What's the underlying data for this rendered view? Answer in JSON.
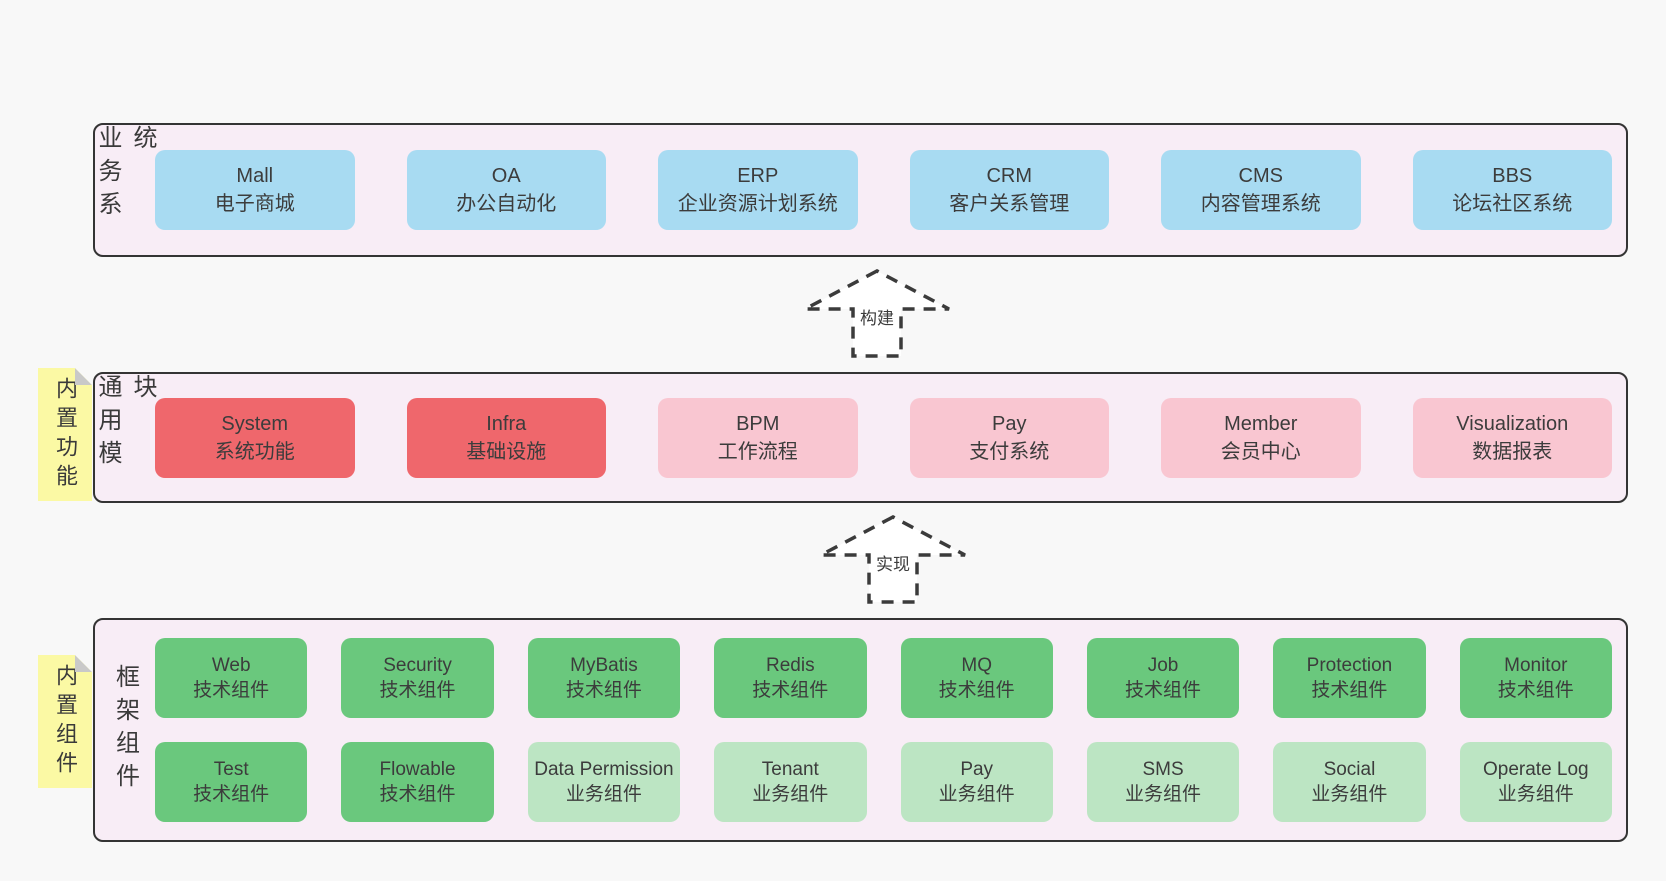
{
  "colors": {
    "page_background": "#f8f8f8",
    "layer_background": "#f8edf6",
    "layer_border": "#343434",
    "business_box": "#a8dbf2",
    "core_module_box": "#ef676c",
    "optional_module_box": "#f9c6d1",
    "tech_component_box": "#6ac87d",
    "biz_component_box": "#bce5c3",
    "sticky_note": "#fbf9a4",
    "note_fold": "#c9c9c9",
    "text": "#3b3b3b"
  },
  "arrows": [
    {
      "label": "构建"
    },
    {
      "label": "实现"
    }
  ],
  "layers": [
    {
      "id": "business-systems",
      "label": "业务系统",
      "boxes": [
        {
          "name": "Mall",
          "desc": "电子商城",
          "type": "blue"
        },
        {
          "name": "OA",
          "desc": "办公自动化",
          "type": "blue"
        },
        {
          "name": "ERP",
          "desc": "企业资源计划系统",
          "type": "blue"
        },
        {
          "name": "CRM",
          "desc": "客户关系管理",
          "type": "blue"
        },
        {
          "name": "CMS",
          "desc": "内容管理系统",
          "type": "blue"
        },
        {
          "name": "BBS",
          "desc": "论坛社区系统",
          "type": "blue"
        }
      ]
    },
    {
      "id": "common-modules",
      "label": "通用模块",
      "note": "内置功能",
      "boxes": [
        {
          "name": "System",
          "desc": "系统功能",
          "type": "red"
        },
        {
          "name": "Infra",
          "desc": "基础设施",
          "type": "red"
        },
        {
          "name": "BPM",
          "desc": "工作流程",
          "type": "pink"
        },
        {
          "name": "Pay",
          "desc": "支付系统",
          "type": "pink"
        },
        {
          "name": "Member",
          "desc": "会员中心",
          "type": "pink"
        },
        {
          "name": "Visualization",
          "desc": "数据报表",
          "type": "pink"
        }
      ]
    },
    {
      "id": "framework-components",
      "label": "框架组件",
      "note": "内置组件",
      "rows": [
        [
          {
            "name": "Web",
            "desc": "技术组件",
            "type": "green"
          },
          {
            "name": "Security",
            "desc": "技术组件",
            "type": "green"
          },
          {
            "name": "MyBatis",
            "desc": "技术组件",
            "type": "green"
          },
          {
            "name": "Redis",
            "desc": "技术组件",
            "type": "green"
          },
          {
            "name": "MQ",
            "desc": "技术组件",
            "type": "green"
          },
          {
            "name": "Job",
            "desc": "技术组件",
            "type": "green"
          },
          {
            "name": "Protection",
            "desc": "技术组件",
            "type": "green"
          },
          {
            "name": "Monitor",
            "desc": "技术组件",
            "type": "green"
          }
        ],
        [
          {
            "name": "Test",
            "desc": "技术组件",
            "type": "green"
          },
          {
            "name": "Flowable",
            "desc": "技术组件",
            "type": "green"
          },
          {
            "name": "Data Permission",
            "desc": "业务组件",
            "type": "lightgreen"
          },
          {
            "name": "Tenant",
            "desc": "业务组件",
            "type": "lightgreen"
          },
          {
            "name": "Pay",
            "desc": "业务组件",
            "type": "lightgreen"
          },
          {
            "name": "SMS",
            "desc": "业务组件",
            "type": "lightgreen"
          },
          {
            "name": "Social",
            "desc": "业务组件",
            "type": "lightgreen"
          },
          {
            "name": "Operate Log",
            "desc": "业务组件",
            "type": "lightgreen"
          }
        ]
      ]
    }
  ]
}
